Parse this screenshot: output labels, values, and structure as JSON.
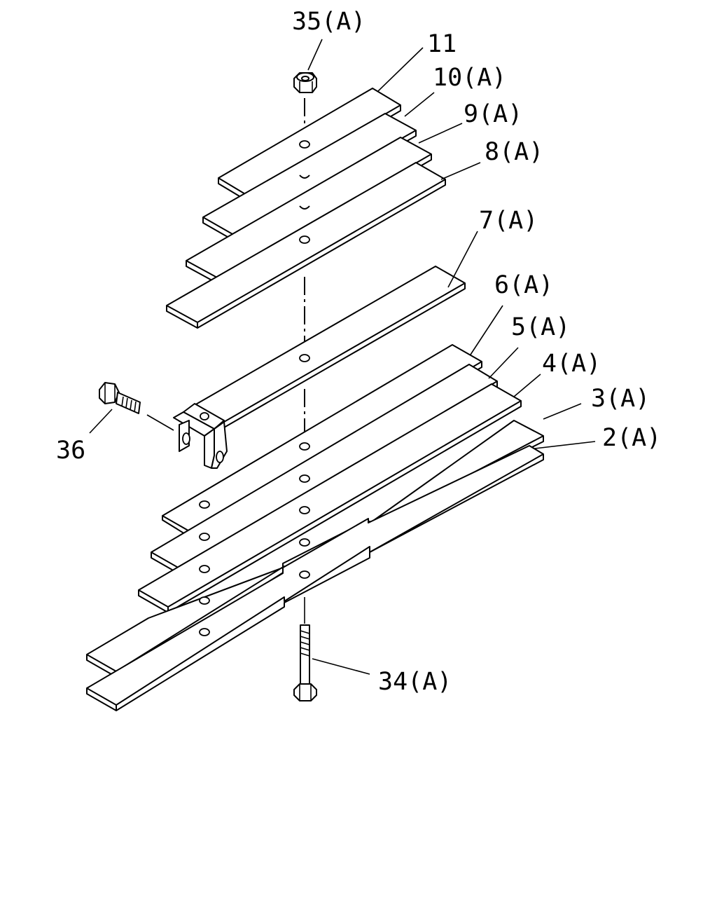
{
  "diagram": {
    "callouts": {
      "c35": "35(A)",
      "c11": "11",
      "c10": "10(A)",
      "c9": "9(A)",
      "c8": "8(A)",
      "c7": "7(A)",
      "c6": "6(A)",
      "c5": "5(A)",
      "c4": "4(A)",
      "c3": "3(A)",
      "c2": "2(A)",
      "c36": "36",
      "c34": "34(A)"
    }
  }
}
